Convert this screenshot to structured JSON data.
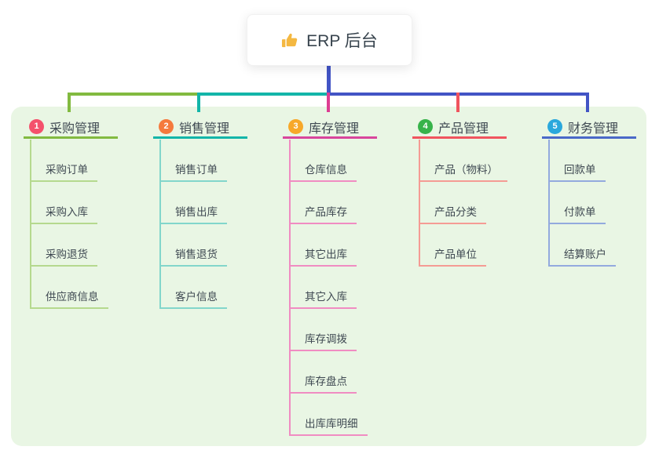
{
  "root": {
    "icon": "thumbs-up-icon",
    "title": "ERP 后台"
  },
  "colors": {
    "panel_bg": "#e9f6e4",
    "trunk": "#4254c5",
    "root_text": "#37434d",
    "node_text": "#3f4952",
    "thumb_icon": "#f4b841"
  },
  "branches": [
    {
      "num": "1",
      "title": "采购管理",
      "badge_color": "#f4516c",
      "line_color": "#82ba40",
      "child_color": "#b5d98e",
      "drop_color": "#82ba40",
      "children": [
        "采购订单",
        "采购入库",
        "采购退货",
        "供应商信息"
      ]
    },
    {
      "num": "2",
      "title": "销售管理",
      "badge_color": "#f57a3d",
      "line_color": "#13b5a9",
      "child_color": "#82d6cb",
      "drop_color": "#13b5a9",
      "children": [
        "销售订单",
        "销售出库",
        "销售退货",
        "客户信息"
      ]
    },
    {
      "num": "3",
      "title": "库存管理",
      "badge_color": "#f7a829",
      "line_color": "#d8459c",
      "child_color": "#f08cc2",
      "drop_color": "#dd3d92",
      "children": [
        "仓库信息",
        "产品库存",
        "其它出库",
        "其它入库",
        "库存调拨",
        "库存盘点",
        "出库库明细"
      ]
    },
    {
      "num": "4",
      "title": "产品管理",
      "badge_color": "#37b34a",
      "line_color": "#f0545e",
      "child_color": "#f59b94",
      "drop_color": "#f0545e",
      "children": [
        "产品（物料）",
        "产品分类",
        "产品单位"
      ]
    },
    {
      "num": "5",
      "title": "财务管理",
      "badge_color": "#2aa8dc",
      "line_color": "#4a69c8",
      "child_color": "#93aade",
      "drop_color": "#4254c5",
      "children": [
        "回款单",
        "付款单",
        "结算账户"
      ]
    }
  ]
}
